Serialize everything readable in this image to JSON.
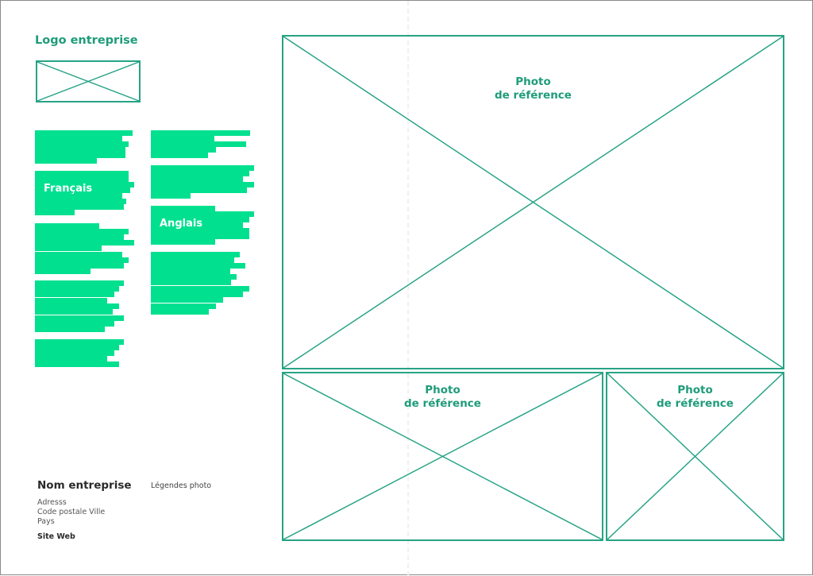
{
  "logo": {
    "title": "Logo entreprise"
  },
  "text_blocks": {
    "french": {
      "label": "Français"
    },
    "english": {
      "label": "Anglais"
    }
  },
  "photos": [
    {
      "label_line1": "Photo",
      "label_line2": "de référence"
    },
    {
      "label_line1": "Photo",
      "label_line2": "de référence"
    },
    {
      "label_line1": "Photo",
      "label_line2": "de référence"
    }
  ],
  "footer": {
    "company_name": "Nom entreprise",
    "photo_captions": "Légendes photo",
    "address_line1": "Adresss",
    "address_line2": "Code postale Ville",
    "address_line3": "Pays",
    "website": "Site Web"
  },
  "colors": {
    "accent": "#1e9c7a",
    "placeholder_border": "#27a385",
    "text_block_fill": "#00e08f"
  }
}
